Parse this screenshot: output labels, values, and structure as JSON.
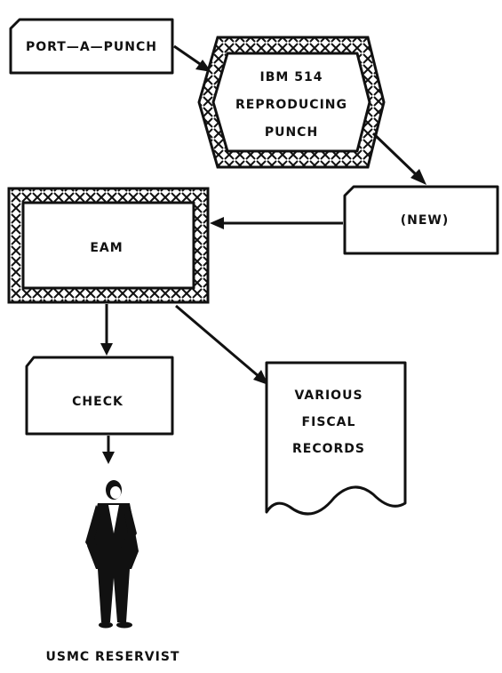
{
  "nodes": {
    "port_a_punch": "PORT—A—PUNCH",
    "ibm_514": [
      "IBM 514",
      "REPRODUCING",
      "PUNCH"
    ],
    "new_card": "(NEW)",
    "eam": "EAM",
    "check": "CHECK",
    "fiscal_records": [
      "VARIOUS",
      "FISCAL",
      "RECORDS"
    ],
    "reservist": "USMC RESERVIST"
  },
  "colors": {
    "ink": "#111111",
    "paper": "#ffffff"
  }
}
